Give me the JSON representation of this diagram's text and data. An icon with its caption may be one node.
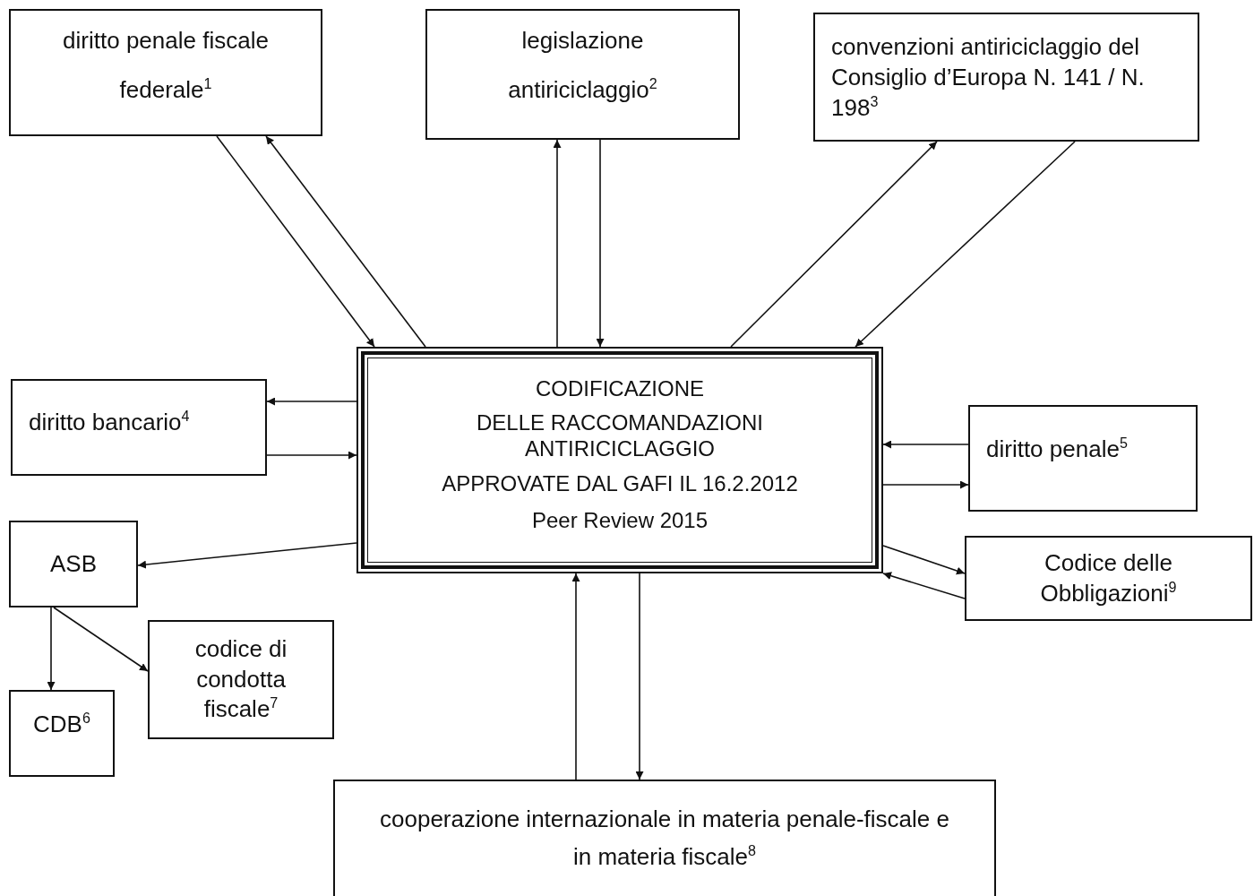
{
  "diagram": {
    "nodes": [
      {
        "text": [
          "diritto penale fiscale federale$^{1}$"
        ]
      },
      {
        "text": [
          "legislazione antiriciclaggio$^{2}$"
        ]
      },
      {
        "text": [
          "convenzioni antiriciclaggio del Consiglio d’Europa N. 141 / N. 198$^{3}$"
        ]
      },
      {
        "text": [
          "CODIFICAZIONE",
          "DELLE RACCOMANDAZIONI ANTIRICICLAGGIO",
          "APPROVATE DAL GAFI IL 16.2.2012",
          "Peer Review 2015"
        ]
      },
      {
        "text": [
          "diritto bancario$^{4}$"
        ]
      },
      {
        "text": [
          "diritto penale$^{5}$"
        ]
      },
      {
        "text": [
          "ASB"
        ]
      },
      {
        "text": [
          "Codice delle Obbligazioni$^{9}$"
        ]
      },
      {
        "text": [
          "codice di condotta fiscale$^{7}$"
        ]
      },
      {
        "text": [
          "CDB$^{6}$"
        ]
      },
      {
        "text": [
          "cooperazione internazionale in materia penale-fiscale e in materia fiscale$^{8}$"
        ]
      }
    ],
    "edges": [
      {
        "from": 0,
        "to": 3,
        "arrow": "to"
      },
      {
        "from": 3,
        "to": 0,
        "arrow": "to"
      },
      {
        "from": 3,
        "to": 1,
        "arrow": "to"
      },
      {
        "from": 1,
        "to": 3,
        "arrow": "to"
      },
      {
        "from": 3,
        "to": 2,
        "arrow": "to"
      },
      {
        "from": 2,
        "to": 3,
        "arrow": "to"
      },
      {
        "from": 3,
        "to": 4,
        "arrow": "to"
      },
      {
        "from": 4,
        "to": 3,
        "arrow": "to"
      },
      {
        "from": 5,
        "to": 3,
        "arrow": "to"
      },
      {
        "from": 3,
        "to": 5,
        "arrow": "to"
      },
      {
        "from": 3,
        "to": 6,
        "arrow": "to"
      },
      {
        "from": 3,
        "to": 7,
        "arrow": "to"
      },
      {
        "from": 7,
        "to": 3,
        "arrow": "to"
      },
      {
        "from": 6,
        "to": 9,
        "arrow": "to"
      },
      {
        "from": 6,
        "to": 8,
        "arrow": "to"
      },
      {
        "from": 10,
        "to": 3,
        "arrow": "to"
      },
      {
        "from": 3,
        "to": 10,
        "arrow": "to"
      }
    ]
  }
}
